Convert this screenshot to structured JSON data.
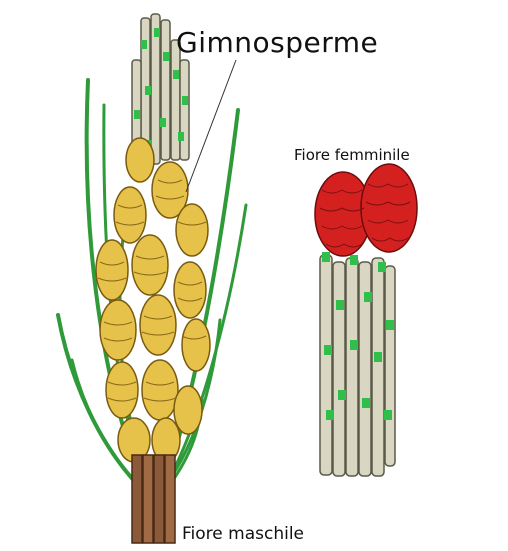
{
  "labels": {
    "title": "Gimnosperme",
    "female_flower": "Fiore femminile",
    "male_flower": "Fiore maschile"
  },
  "colors": {
    "needle": "#2f9a3a",
    "stem": "#d9d7c2",
    "stem_outline": "#5a5a4a",
    "male_cone": "#e6c24a",
    "female_cone": "#d52020",
    "bark": "#8a5a3a"
  }
}
